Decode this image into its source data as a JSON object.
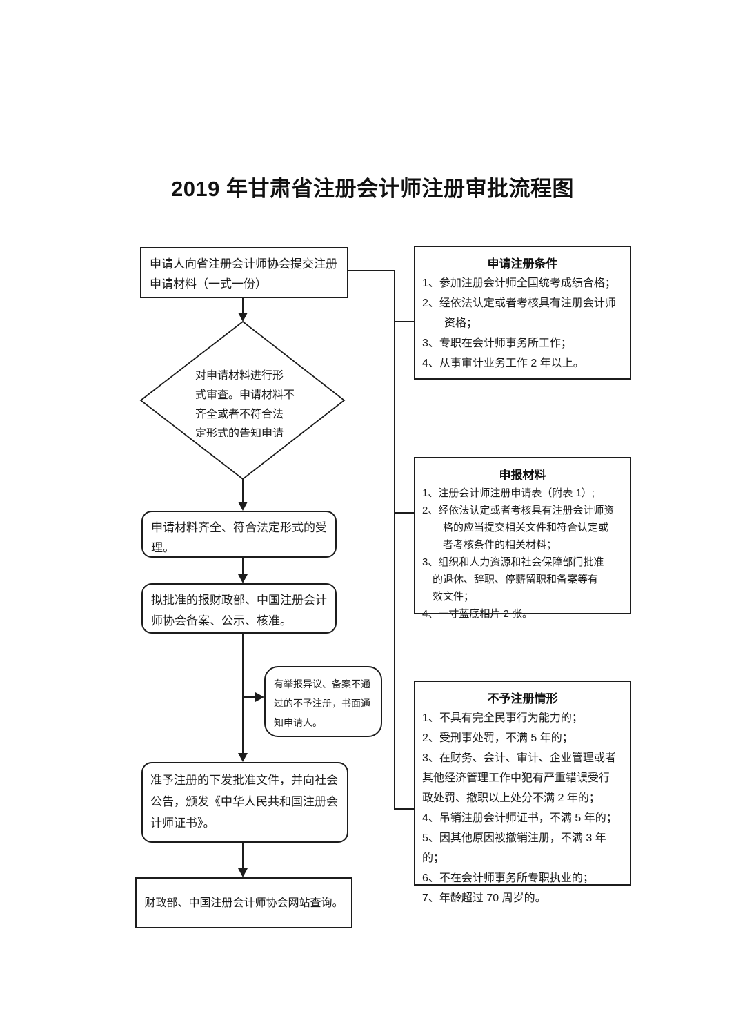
{
  "page": {
    "title": "2019 年甘肃省注册会计师注册审批流程图"
  },
  "flow": {
    "submit": "申请人向省注册会计师协会提交注册\n申请材料（一式一份）",
    "formal_review": "对申请材料进行形\n式审查。申请材料不\n齐全或者不符合法\n定形式的告知申请",
    "acceptance": "申请材料齐全、符合法定形式的受\n理。",
    "record_publicity": "拟批准的报财政部、中国注册会计\n师协会备案、公示、核准。",
    "objection_notice": "有举报异议、备案不通\n过的不予注册，书面通\n知申请人。",
    "approval": "准予注册的下发批准文件，并向社会\n公告，颁发《中华人民共和国注册会\n计师证书》。",
    "website_query": "财政部、中国注册会计师协会网站查询。"
  },
  "panels": [
    {
      "title": "申请注册条件",
      "items": [
        "1、参加注册会计师全国统考成绩合格；",
        "2、经依法认定或者考核具有注册会计师\n　　资格；",
        "3、专职在会计师事务所工作；",
        "4、从事审计业务工作 2 年以上。"
      ]
    },
    {
      "title": "申报材料",
      "items": [
        "1、注册会计师注册申请表（附表 1）;",
        "2、经依法认定或者考核具有注册会计师资\n　　格的应当提交相关文件和符合认定或\n　　者考核条件的相关材料；",
        "3、组织和人力资源和社会保障部门批准\n　的退休、辞职、停薪留职和备案等有\n　效文件；",
        "4、一寸蓝底相片 2 张。"
      ]
    },
    {
      "title": "不予注册情形",
      "items": [
        "1、不具有完全民事行为能力的；",
        "2、受刑事处罚，不满 5 年的；",
        "3、在财务、会计、审计、企业管理或者\n其他经济管理工作中犯有严重错误受行\n政处罚、撤职以上处分不满 2 年的；",
        "4、吊销注册会计师证书，不满 5 年的；",
        "5、因其他原因被撤销注册，不满 3 年的；",
        "6、不在会计师事务所专职执业的；",
        "7、年龄超过 70 周岁的。"
      ]
    }
  ],
  "colors": {
    "ink": "#1c1c1c",
    "background": "#ffffff"
  }
}
